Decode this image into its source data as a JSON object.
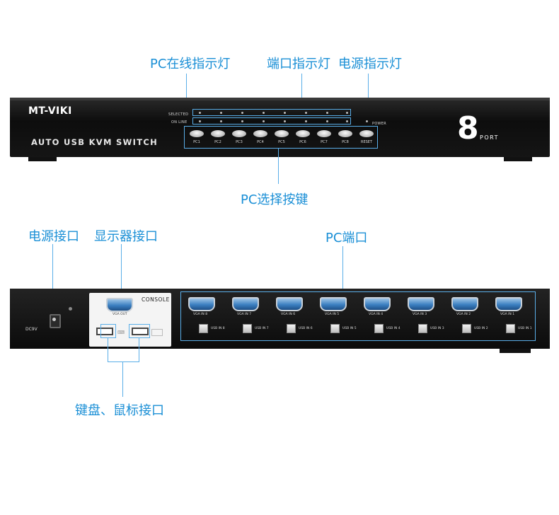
{
  "callouts": {
    "pc_online_led": "PC在线指示灯",
    "port_led": "端口指示灯",
    "power_led": "电源指示灯",
    "pc_select_button": "PC选择按键",
    "power_port": "电源接口",
    "monitor_port": "显示器接口",
    "pc_ports": "PC端口",
    "keyboard_mouse_port": "键盘、鼠标接口"
  },
  "front_panel": {
    "brand": "MT-VIKI",
    "model": "AUTO USB KVM SWITCH",
    "selected_label": "SELECTED",
    "online_label": "ON LINE",
    "power_label": "POWER",
    "port_count": "8",
    "port_word": "PORT",
    "buttons": [
      "PC1",
      "PC2",
      "PC3",
      "PC4",
      "PC5",
      "PC6",
      "PC7",
      "PC8",
      "RESET"
    ]
  },
  "back_panel": {
    "dc_label": "DC9V",
    "console_label": "CONSOLE",
    "vga_out_label": "VGA OUT",
    "vga_in_labels": [
      "VGA IN 8",
      "VGA IN 7",
      "VGA IN 6",
      "VGA IN 5",
      "VGA IN 4",
      "VGA IN 3",
      "VGA IN 2",
      "VGA IN 1"
    ],
    "usb_in_labels": [
      "USB IN 8",
      "USB IN 7",
      "USB IN 6",
      "USB IN 5",
      "USB IN 4",
      "USB IN 3",
      "USB IN 2",
      "USB IN 1"
    ]
  }
}
